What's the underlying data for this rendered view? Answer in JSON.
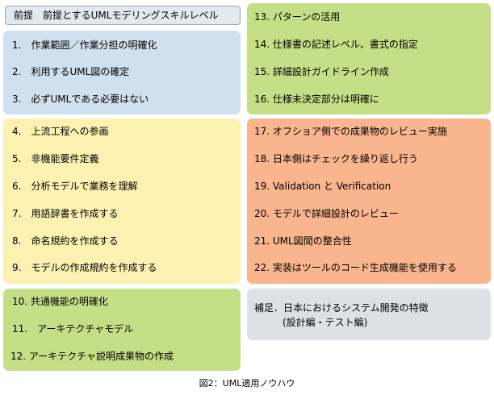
{
  "header": {
    "title": "前提　前提とするUMLモデリングスキルレベル"
  },
  "blue_items": [
    "1.　作業範囲／作業分担の明確化",
    "2.　利用するUML図の確定",
    "3.　必ずUMLである必要はない"
  ],
  "yellow_items": [
    "4.　上流工程への参画",
    "5.　非機能要件定義",
    "6.　分析モデルで業務を理解",
    "7.　用語辞書を作成する",
    "8.　命名規約を作成する",
    "9.　モデルの作成規約を作成する"
  ],
  "green_left_items": [
    "10. 共通機能の明確化",
    "11.　アーキテクチャモデル",
    "12. アーキテクチャ説明成果物の作成"
  ],
  "green_right_items": [
    "13. パターンの活用",
    "14. 仕様書の記述レベル、書式の指定",
    "15. 詳細設計ガイドライン作成",
    "16. 仕様未決定部分は明確に"
  ],
  "orange_items": [
    "17. オフショア側での成果物のレビュー実施",
    "18. 日本側はチェックを繰り返し行う",
    "19. Validation と Verification",
    "20. モデルで詳細設計のレビュー",
    "21. UML図間の整合性",
    "22. 実装はツールのコード生成機能を使用する"
  ],
  "supplement": {
    "line1": "補足．日本におけるシステム開発の特徴",
    "line2": "(設計編・テスト編)"
  },
  "caption": "図2：UML適用ノウハウ",
  "colors": {
    "blue": "#cfe0ee",
    "yellow": "#fdf1b2",
    "green": "#c4df85",
    "orange": "#f8b58e",
    "gray": "#dde1e7"
  }
}
